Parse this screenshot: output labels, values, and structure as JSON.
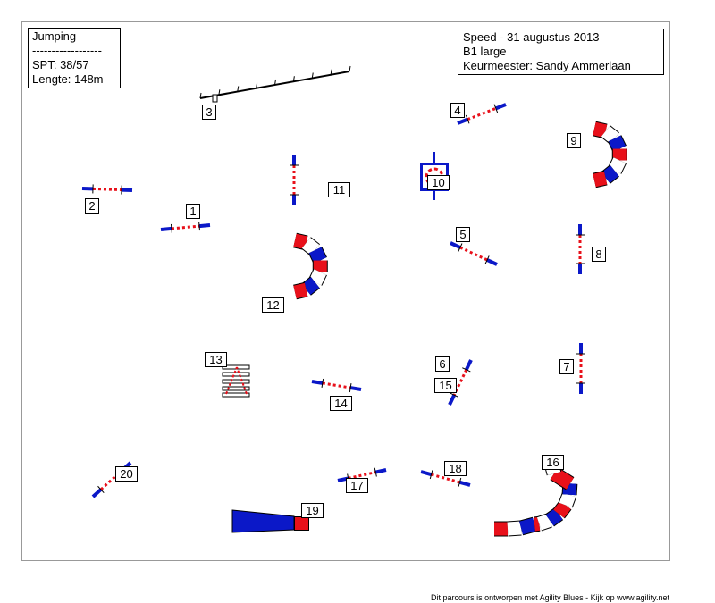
{
  "colors": {
    "blue": "#0b18c8",
    "red": "#e8101a",
    "black": "#000000",
    "frame": "#999999",
    "white": "#ffffff"
  },
  "info_left": {
    "title": "Jumping",
    "separator": "------------------",
    "spt": "SPT: 38/57",
    "length": "Lengte: 148m"
  },
  "info_right": {
    "event": "Speed - 31 augustus 2013",
    "class": "B1 large",
    "judge": "Keurmeester: Sandy Ammerlaan"
  },
  "credit": "Dit parcours is ontworpen met Agility Blues - Kijk op www.agility.net",
  "obstacles": [
    {
      "number": "1",
      "type": "hurdle"
    },
    {
      "number": "2",
      "type": "hurdle"
    },
    {
      "number": "3",
      "type": "walk-over"
    },
    {
      "number": "4",
      "type": "hurdle"
    },
    {
      "number": "5",
      "type": "hurdle"
    },
    {
      "number": "6",
      "type": "hurdle"
    },
    {
      "number": "7",
      "type": "hurdle"
    },
    {
      "number": "8",
      "type": "hurdle"
    },
    {
      "number": "9",
      "type": "tunnel"
    },
    {
      "number": "10",
      "type": "tire"
    },
    {
      "number": "11",
      "type": "hurdle"
    },
    {
      "number": "12",
      "type": "tunnel"
    },
    {
      "number": "13",
      "type": "long-jump"
    },
    {
      "number": "14",
      "type": "hurdle"
    },
    {
      "number": "15",
      "type": "hurdle"
    },
    {
      "number": "16",
      "type": "tunnel"
    },
    {
      "number": "17",
      "type": "hurdle"
    },
    {
      "number": "18",
      "type": "hurdle"
    },
    {
      "number": "19",
      "type": "collapsed-tunnel"
    },
    {
      "number": "20",
      "type": "hurdle"
    }
  ]
}
